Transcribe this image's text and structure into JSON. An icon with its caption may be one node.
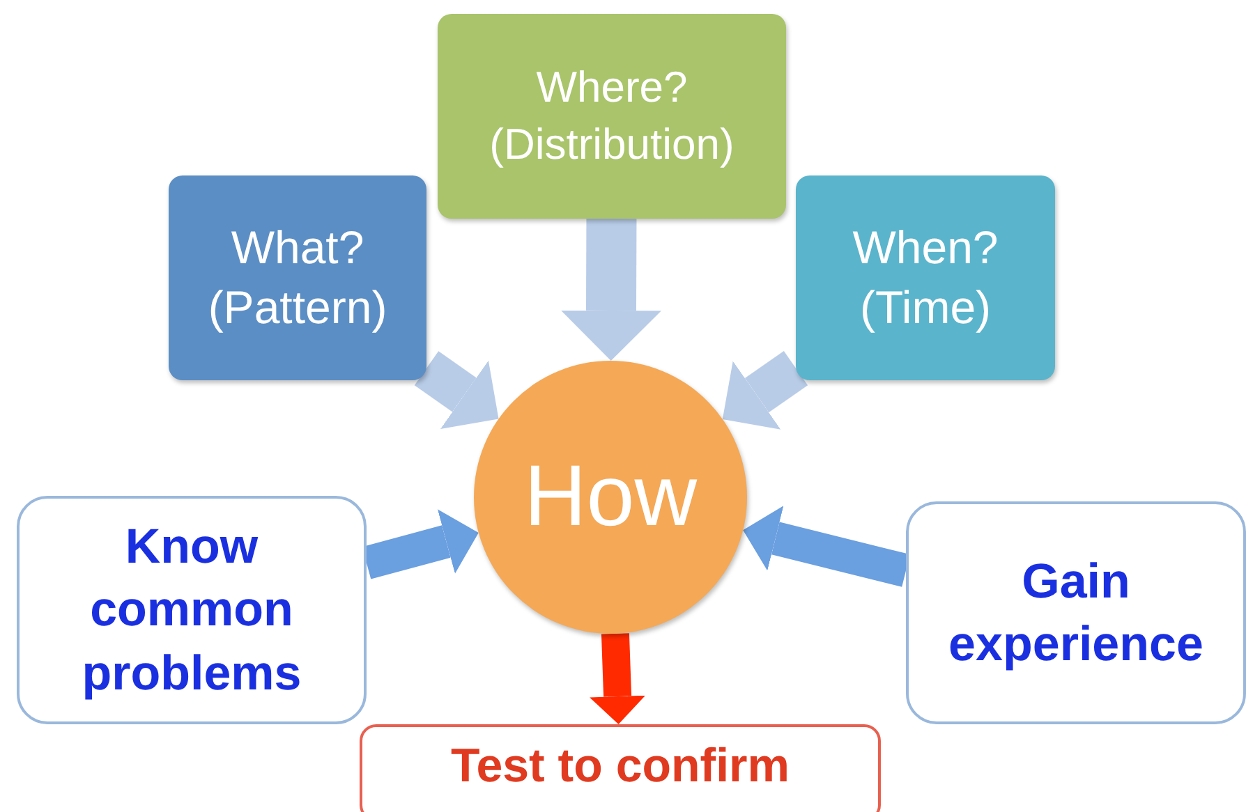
{
  "diagram": {
    "nodes": [
      {
        "text": [
          "What? (Pattern)"
        ]
      },
      {
        "text": [
          "Where? (Distribution)"
        ]
      },
      {
        "text": [
          "When? (Time)"
        ]
      },
      {
        "text": [
          "How"
        ]
      },
      {
        "text": [
          "Know common problems"
        ]
      },
      {
        "text": [
          "Gain experience"
        ]
      },
      {
        "text": [
          "Test to confirm"
        ]
      }
    ],
    "edges": [
      {
        "from": 0,
        "to": 3,
        "arrow": "to"
      },
      {
        "from": 1,
        "to": 3,
        "arrow": "to"
      },
      {
        "from": 2,
        "to": 3,
        "arrow": "to"
      },
      {
        "from": 4,
        "to": 3,
        "arrow": "to",
        "color": "#6a9fe0"
      },
      {
        "from": 5,
        "to": 3,
        "arrow": "to",
        "color": "#6a9fe0"
      },
      {
        "from": 3,
        "to": 6,
        "arrow": "to",
        "color": "#ff2a00"
      }
    ]
  }
}
